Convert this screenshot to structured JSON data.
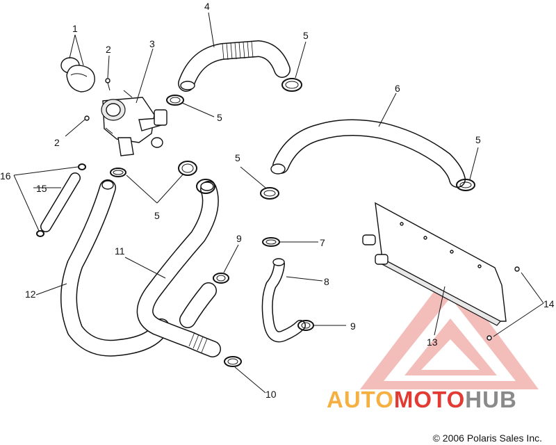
{
  "callouts": [
    "1",
    "2",
    "3",
    "4",
    "5",
    "6",
    "2",
    "5",
    "16",
    "15",
    "5",
    "5",
    "7",
    "8",
    "9",
    "11",
    "12",
    "9",
    "10",
    "13",
    "14"
  ],
  "copyright": "© 2006 Polaris Sales Inc.",
  "watermark": {
    "part1": "AUTO",
    "part2": "MOTO",
    "part3": "HUB",
    "color_orange": "#f5b041",
    "color_red": "#e23b33",
    "color_gray": "#8a8a8a"
  }
}
